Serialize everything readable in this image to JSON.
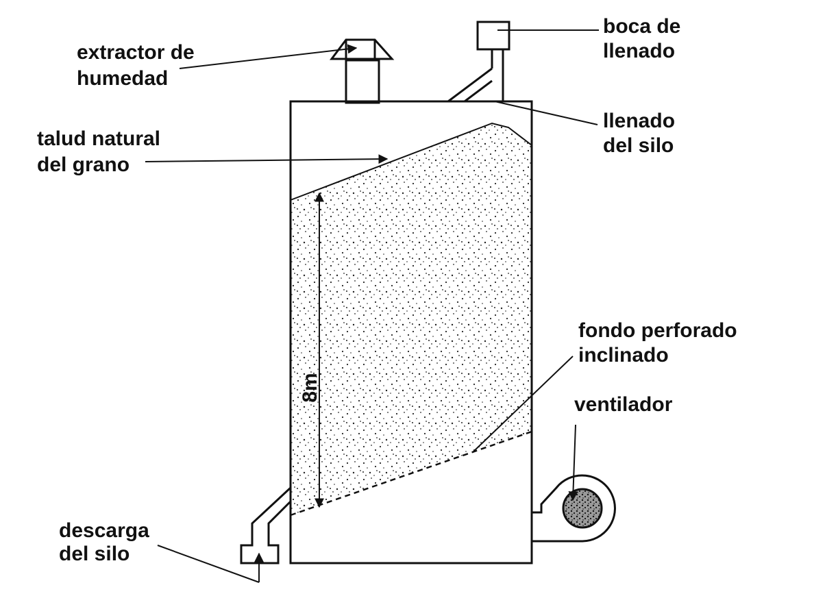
{
  "labels": {
    "extractor": [
      "extractor de",
      "humedad"
    ],
    "boca": [
      "boca de",
      "llenado"
    ],
    "llenado_silo": [
      "llenado",
      "del silo"
    ],
    "talud": [
      "talud natural",
      "del grano"
    ],
    "fondo": [
      "fondo perforado",
      "inclinado"
    ],
    "ventilador": [
      "ventilador"
    ],
    "descarga": [
      "descarga",
      "del silo"
    ],
    "height": "8m"
  }
}
